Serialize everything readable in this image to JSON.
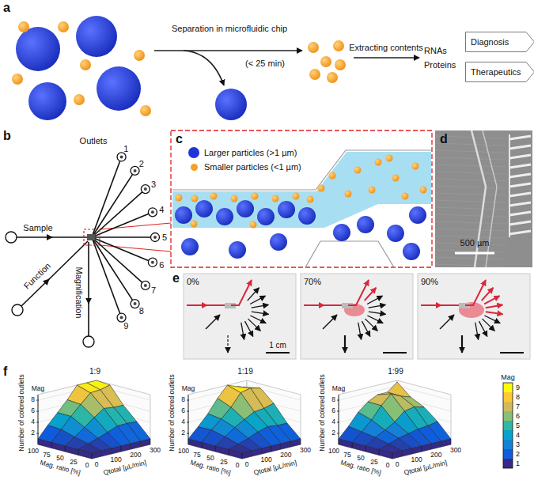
{
  "diagram": {
    "nodes": [
      {
        "text": [
          "Diagnosis"
        ]
      },
      {
        "text": [
          "Therapeutics"
        ]
      }
    ],
    "labels": [
      "a",
      "Separation in microfluidic chip",
      "(< 25 min)",
      "Extracting contents",
      "RNAs",
      "Proteins",
      "b",
      "Outlets",
      "1",
      "2",
      "3",
      "4",
      "5",
      "6",
      "7",
      "8",
      "9",
      "Sample",
      "Function",
      "Magnification",
      "c",
      "d",
      "500 µm",
      "e",
      "0%",
      "70%",
      "90%",
      "1 cm",
      "f",
      "Mag",
      "9",
      "8",
      "7",
      "6",
      "5",
      "4",
      "3",
      "2",
      "1",
      "1:9",
      "Mag",
      "8",
      "6",
      "4",
      "2",
      "Number of colored outlets",
      "100",
      "75",
      "50",
      "25",
      "0",
      "Mag. ratio [%]",
      "0",
      "100",
      "200",
      "300",
      "Qtotal [µL/min]",
      "1:19",
      "Mag",
      "8",
      "6",
      "4",
      "2",
      "Number of colored outlets",
      "100",
      "75",
      "50",
      "25",
      "0",
      "Mag. ratio [%]",
      "0",
      "100",
      "200",
      "300",
      "Qtotal [µL/min]",
      "1:99",
      "Mag",
      "8",
      "6",
      "4",
      "2",
      "Number of colored outlets",
      "100",
      "75",
      "50",
      "25",
      "0",
      "Mag. ratio [%]",
      "0",
      "100",
      "200",
      "300",
      "Qtotal [µL/min]"
    ],
    "legend": [
      {
        "text": "Larger particles (>1 µm)",
        "color": "#1f35d6"
      },
      {
        "text": "Smaller particles (<1 µm)",
        "color": "#f5a02a"
      }
    ]
  }
}
